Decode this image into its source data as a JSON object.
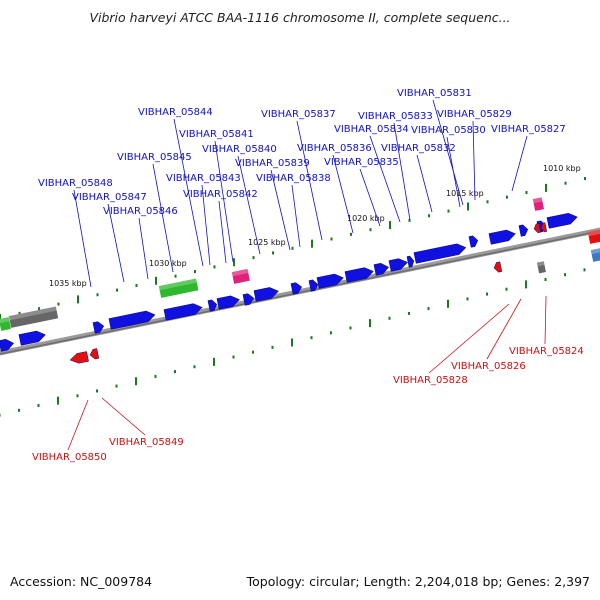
{
  "title": "Vibrio harveyi ATCC BAA-1116 chromosome II, complete sequenc...",
  "footer": {
    "accession": "Accession: NC_009784",
    "summary": "Topology: circular; Length: 2,204,018 bp; Genes: 2,397"
  },
  "colors": {
    "forward_label": "#1010cc",
    "reverse_label": "#cc1010",
    "tick": "#1a7a1a",
    "backbone": "#8c8c8c",
    "cds": "#1010e0",
    "rna_green": "#2db82d",
    "pink": "#e0207a",
    "gray": "#666666",
    "red": "#e01010"
  },
  "kbp_labels": [
    "1010 kbp",
    "1015 kbp",
    "1020 kbp",
    "1025 kbp",
    "1030 kbp",
    "1035 kbp"
  ],
  "forward_labels": [
    "VIBHAR_05831",
    "VIBHAR_05829",
    "VIBHAR_05827",
    "VIBHAR_05830",
    "VIBHAR_05832",
    "VIBHAR_05833",
    "VIBHAR_05834",
    "VIBHAR_05835",
    "VIBHAR_05836",
    "VIBHAR_05837",
    "VIBHAR_05838",
    "VIBHAR_05839",
    "VIBHAR_05840",
    "VIBHAR_05841",
    "VIBHAR_05842",
    "VIBHAR_05843",
    "VIBHAR_05844",
    "VIBHAR_05845",
    "VIBHAR_05846",
    "VIBHAR_05847",
    "VIBHAR_05848"
  ],
  "reverse_labels": [
    "VIBHAR_05824",
    "VIBHAR_05826",
    "VIBHAR_05828",
    "VIBHAR_05849",
    "VIBHAR_05850"
  ]
}
